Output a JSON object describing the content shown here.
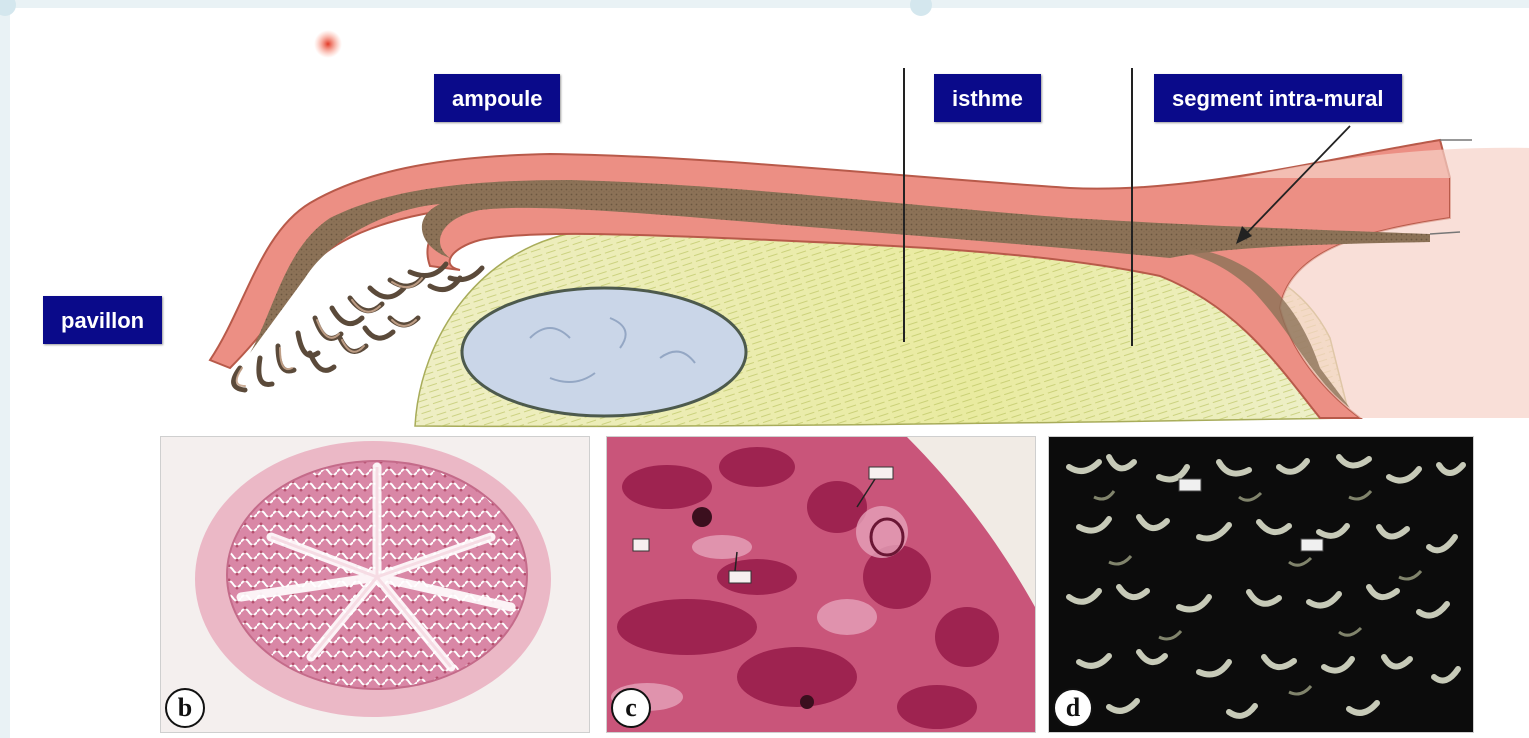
{
  "labels": {
    "ampulla": "ampoule",
    "isthmus": "isthme",
    "intramural": "segment intra-mural",
    "infundibulum": "pavillon"
  },
  "panels": {
    "b": "b",
    "c": "c",
    "d": "d"
  },
  "colors": {
    "label_bg": "#0a0a8a",
    "label_text": "#ffffff",
    "tube_wall": "#e8847a",
    "mucosa": "#8a6f55",
    "ligament": "#e6e89a",
    "ovary": "#c9d4e8",
    "histology_pink": "#d98aa8",
    "histology_magenta": "#b8355e",
    "sem_dark": "#0c0c0c"
  }
}
